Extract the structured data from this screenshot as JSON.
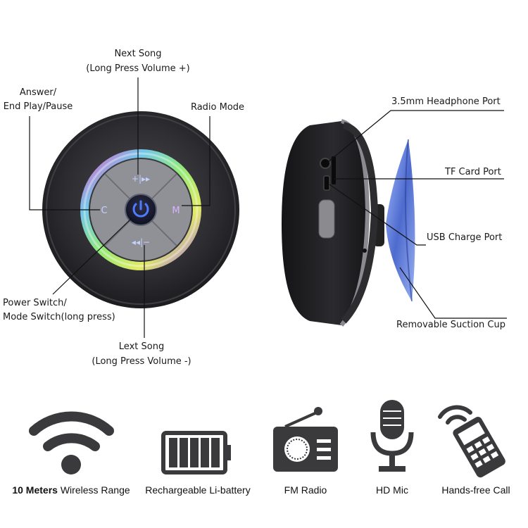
{
  "annotations": {
    "next_song_1": "Next Song",
    "next_song_2": "(Long Press Volume +)",
    "answer_1": "Answer/",
    "answer_2": "End Play/Pause",
    "radio_mode": "Radio Mode",
    "power_1": "Power Switch/",
    "power_2": "Mode Switch(long press)",
    "lext_1": "Lext Song",
    "lext_2": "(Long Press Volume -)",
    "headphone_port": "3.5mm Headphone Port",
    "tf_card_port": "TF Card Port",
    "usb_charge_port": "USB Charge Port",
    "suction_cup": "Removable Suction Cup"
  },
  "button_glyphs": {
    "phone": "C",
    "mode": "M",
    "plus": "+"
  },
  "features": [
    {
      "icon": "wifi-icon",
      "prefix": "10 Meters",
      "label": "Wireless Range"
    },
    {
      "icon": "battery-icon",
      "prefix": "",
      "label": "Rechargeable Li-battery"
    },
    {
      "icon": "radio-icon",
      "prefix": "",
      "label": "FM Radio"
    },
    {
      "icon": "microphone-icon",
      "prefix": "",
      "label": "HD Mic"
    },
    {
      "icon": "cellphone-icon",
      "prefix": "",
      "label": "Hands-free Call"
    }
  ],
  "colors": {
    "body": "#2b2b2e",
    "button_gray": "#8e9096",
    "power_blue": "#3b55c8",
    "cup_blue": "#4d73d6"
  }
}
